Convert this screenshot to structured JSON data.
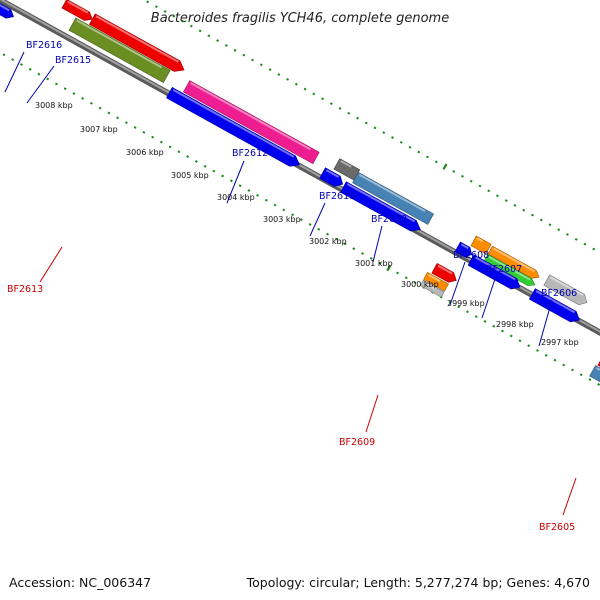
{
  "title": "Bacteroides fragilis YCH46, complete genome",
  "footer": {
    "accession": "Accession: NC_006347",
    "summary": "Topology: circular; Length: 5,277,274 bp; Genes: 4,670"
  },
  "scale_labels": [
    "3008 kbp",
    "3007 kbp",
    "3006 kbp",
    "3005 kbp",
    "3004 kbp",
    "3003 kbp",
    "3002 kbp",
    "3001 kbp",
    "3000 kbp",
    "2999 kbp",
    "2998 kbp",
    "2997 kbp"
  ],
  "genes_top": [
    "BF2616",
    "BF2615",
    "BF2612",
    "BF2611",
    "BF2610",
    "BF2608",
    "BF2607",
    "BF2606"
  ],
  "genes_bottom": [
    "BF2613",
    "BF2609",
    "BF2605"
  ],
  "colors": {
    "blue": "#0000ee",
    "red": "#ee0000",
    "pink": "#ee1e90",
    "olive": "#6b8e23",
    "steel": "#4682b4",
    "orange": "#ff8c00",
    "green": "#32cd32",
    "silver": "#b8b8b8",
    "dimgray": "#6a6a6a",
    "tick": "#1a8a1a",
    "backbone": "#888888",
    "label_top": "#0000b0",
    "label_bottom": "#cc0000"
  }
}
